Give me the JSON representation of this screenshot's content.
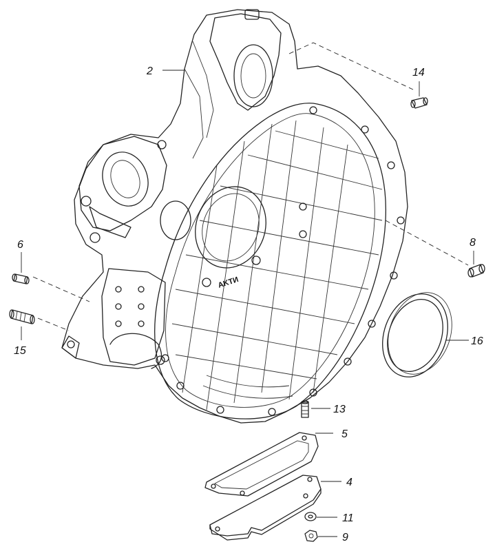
{
  "diagram": {
    "callouts": [
      {
        "id": "2",
        "label": "2"
      },
      {
        "id": "14",
        "label": "14"
      },
      {
        "id": "6",
        "label": "6"
      },
      {
        "id": "8",
        "label": "8"
      },
      {
        "id": "15",
        "label": "15"
      },
      {
        "id": "16",
        "label": "16"
      },
      {
        "id": "13",
        "label": "13"
      },
      {
        "id": "5",
        "label": "5"
      },
      {
        "id": "4",
        "label": "4"
      },
      {
        "id": "11",
        "label": "11"
      },
      {
        "id": "9",
        "label": "9"
      }
    ],
    "housing_marking": "AKTИ"
  }
}
